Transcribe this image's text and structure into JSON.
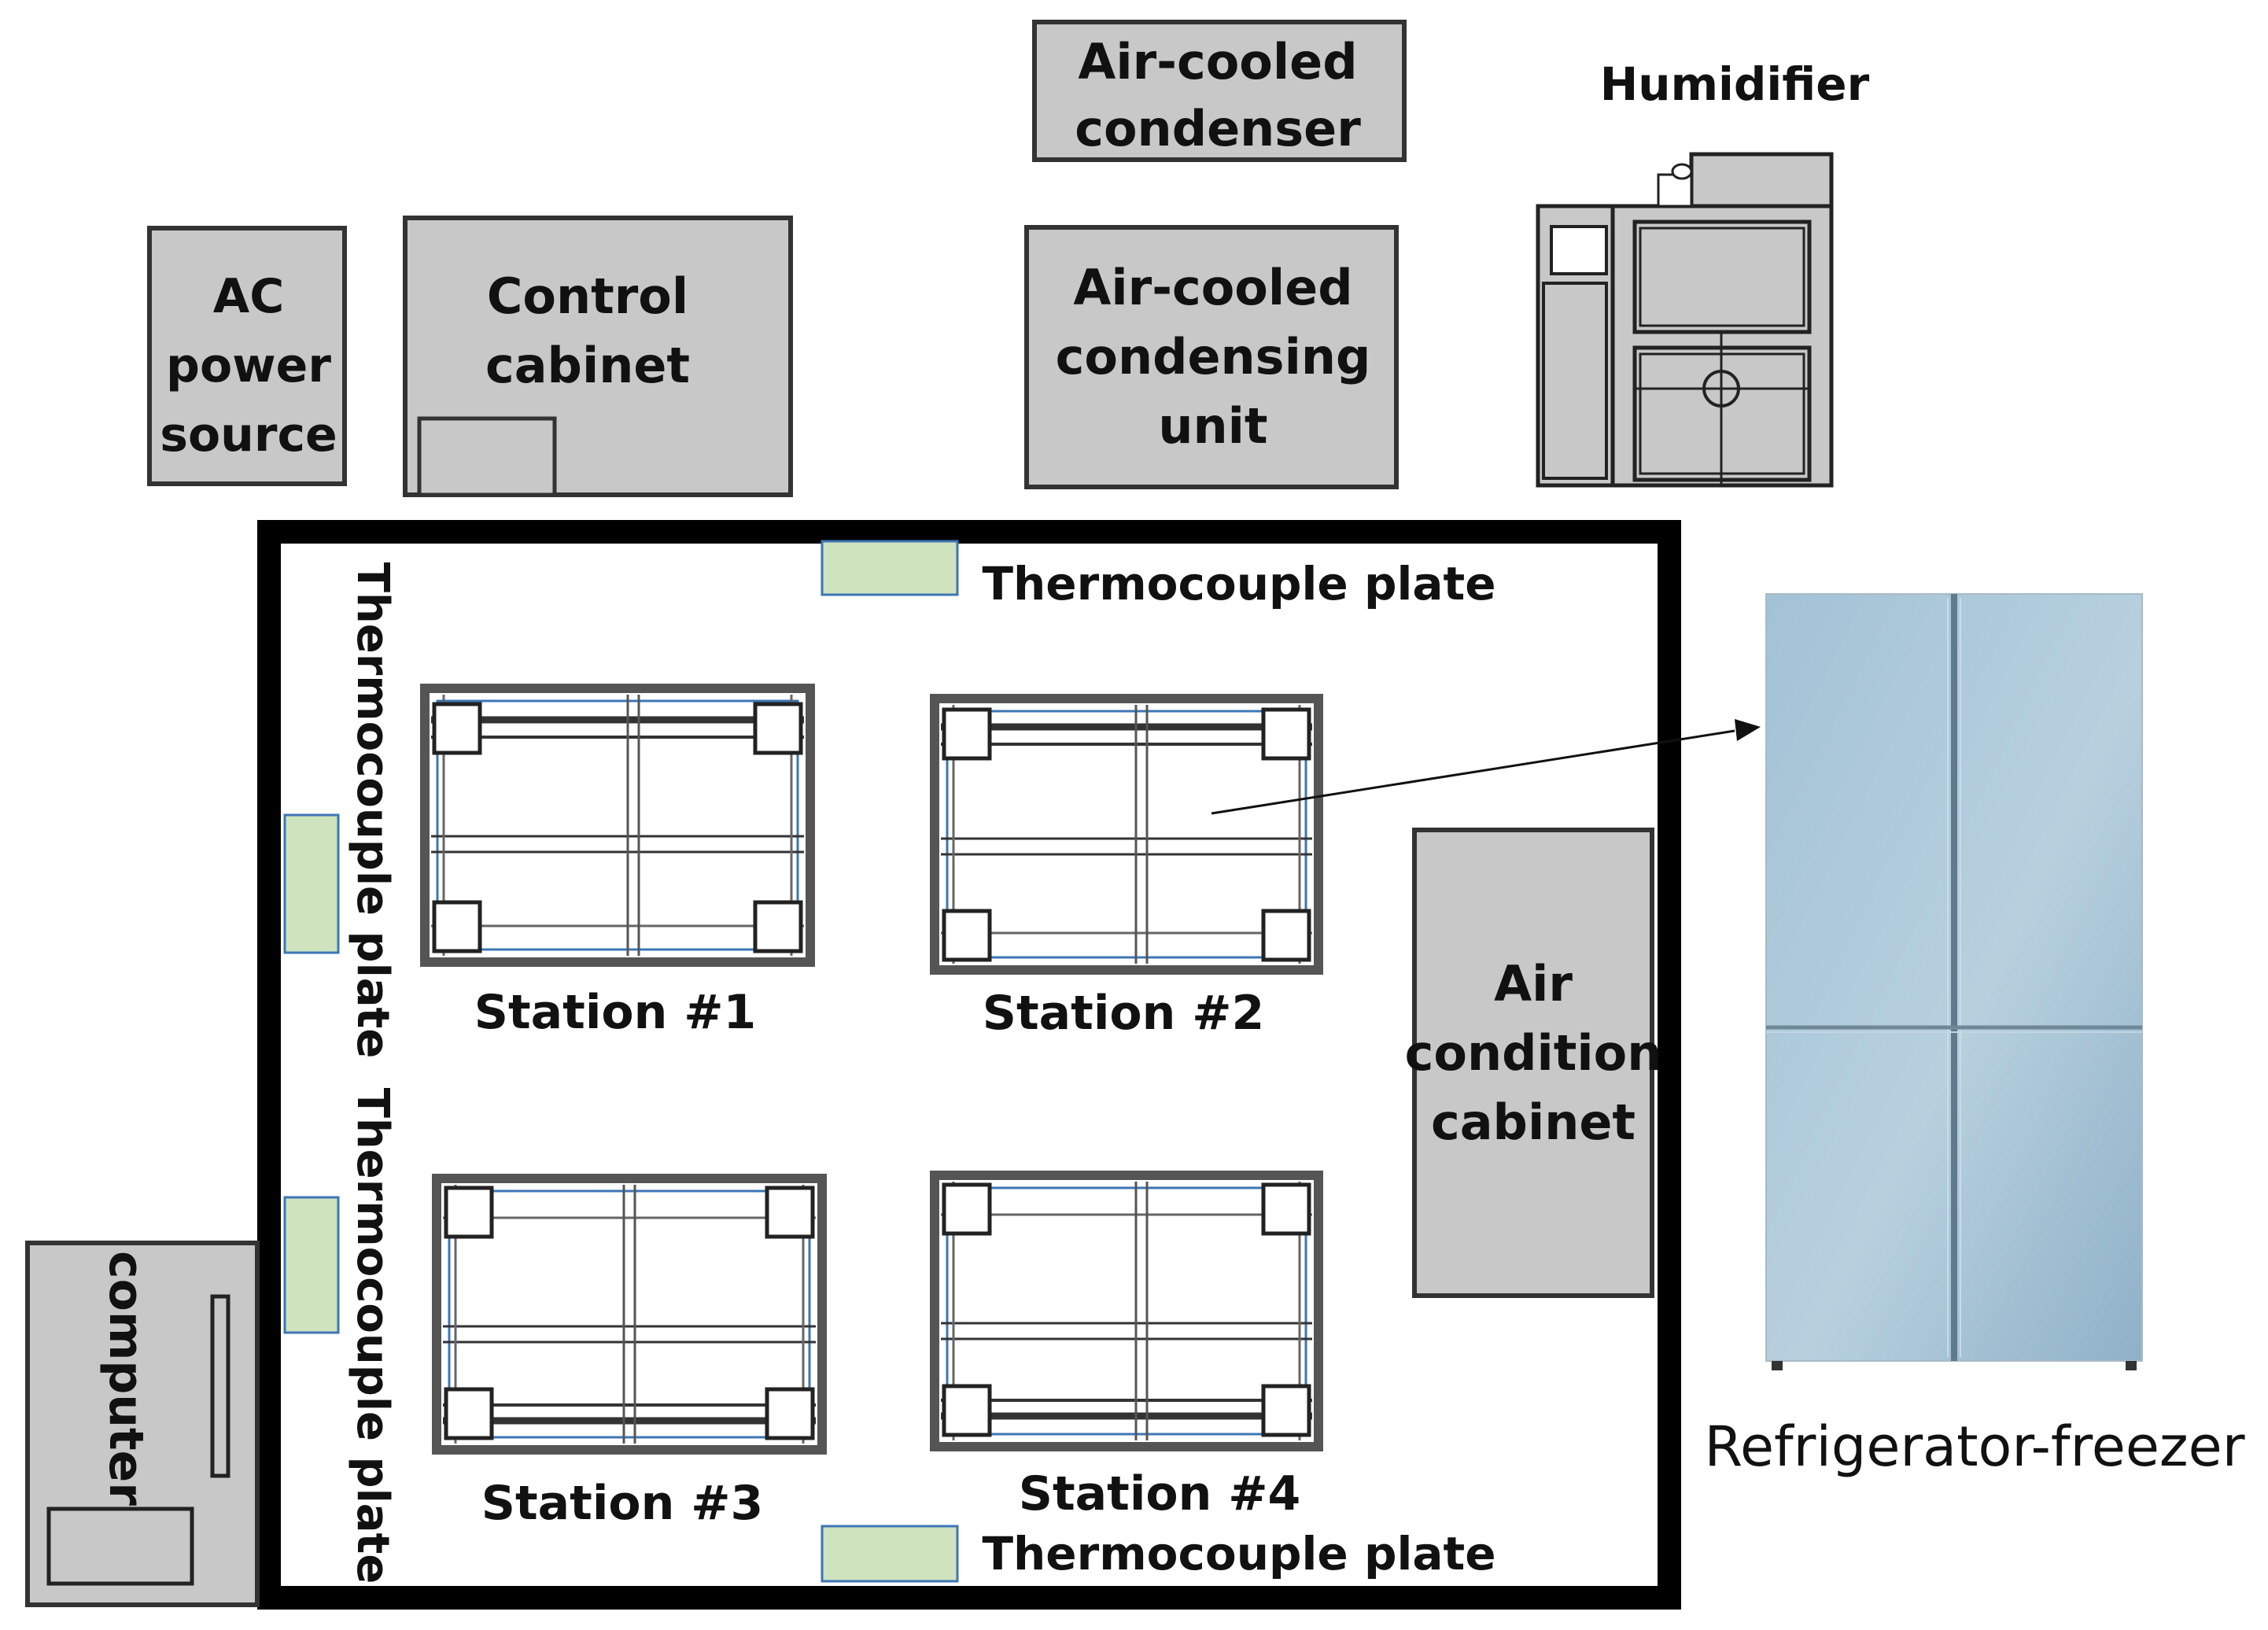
{
  "labels": {
    "air_cooled_condenser": [
      "Air-cooled",
      "condenser"
    ],
    "humidifier": "Humidifier",
    "ac_power_source": [
      "AC",
      "power",
      "source"
    ],
    "control_cabinet": [
      "Control",
      "cabinet"
    ],
    "air_cooled_condensing_unit": [
      "Air-cooled",
      "condensing",
      "unit"
    ],
    "thermocouple_plate": "Thermocouple plate",
    "air_condition_cabinet": [
      "Air",
      "condition",
      "cabinet"
    ],
    "stations": [
      "Station #1",
      "Station #2",
      "Station #3",
      "Station #4"
    ],
    "computer": "computer",
    "refrigerator_freezer": "Refrigerator-freezer"
  },
  "colors": {
    "equipment_fill": "#c8c8c8",
    "outline": "#333333",
    "chamber_wall": "#000000",
    "thermocouple_plate_fill": "#cfe3bf",
    "thermocouple_plate_border": "#3d76b6",
    "fridge_top": "#a3c2d6",
    "fridge_bottom": "#8fb1c8"
  }
}
